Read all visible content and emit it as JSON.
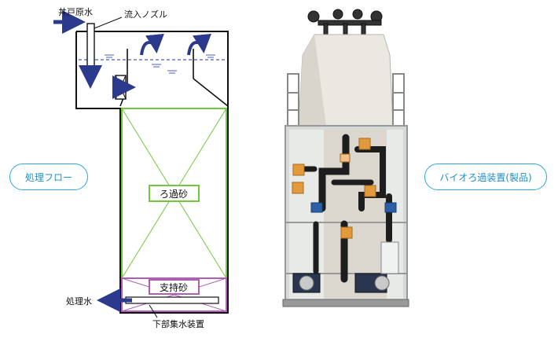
{
  "flow_diagram": {
    "raw_water": "井戸原水",
    "inflow_nozzle": "流入ノズル",
    "filter_sand": "ろ過砂",
    "support_sand": "支持砂",
    "treated_water": "処理水",
    "collector": "下部集水装置"
  },
  "labels": {
    "process_flow": "処理フロー",
    "product": "バイオろ過装置(製品)"
  },
  "colors": {
    "arrow": "#2b3a8c",
    "filter_border": "#72c83c",
    "support_border": "#b25db5",
    "water_line": "#4a5cc0",
    "label_accent": "#2ba6d9"
  }
}
